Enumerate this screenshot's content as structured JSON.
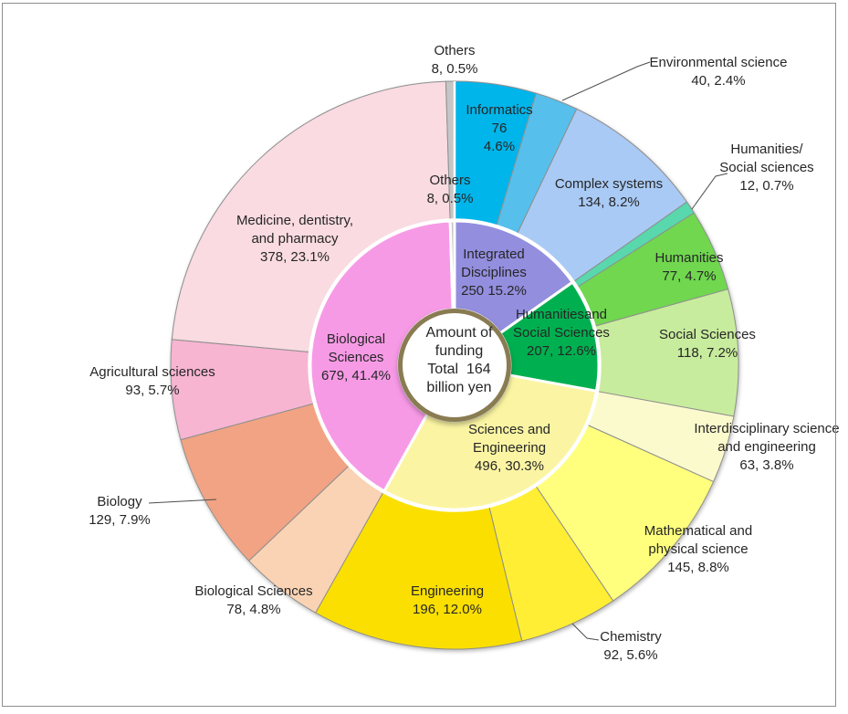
{
  "frame": {
    "border_color": "#8e8e8e"
  },
  "chart_data": {
    "type": "pie",
    "variant": "nested-donut",
    "title": "Amount of funding Total 164 billion yen",
    "legend": "none",
    "center_text_lines": [
      "Amount of",
      "funding",
      "Total  164",
      "billion yen"
    ],
    "center_ring_color": "#8A7C52",
    "leader_line_color": "#4d4d4d",
    "rings": [
      {
        "id": "inner",
        "segments": [
          {
            "id": "integrated-disciplines",
            "label": "Integrated Disciplines",
            "value": 250,
            "pct": "15.2%",
            "color": "#938EDE",
            "label_lines": [
              "Integrated",
              "Disciplines",
              "250 15.2%"
            ]
          },
          {
            "id": "humanities-social-sciences",
            "label": "Humanities and Social Sciences",
            "value": 207,
            "pct": "12.6%",
            "color": "#00B050",
            "label_lines": [
              "Humanitiesand",
              "Social Sciences",
              "207, 12.6%"
            ]
          },
          {
            "id": "sciences-engineering",
            "label": "Sciences and Engineering",
            "value": 496,
            "pct": "30.3%",
            "color": "#FBF5A3",
            "label_lines": [
              "Sciences and",
              "Engineering",
              "496, 30.3%"
            ]
          },
          {
            "id": "biological-sciences",
            "label": "Biological Sciences",
            "value": 679,
            "pct": "41.4%",
            "color": "#F79AE6",
            "label_lines": [
              "Biological",
              "Sciences",
              "679, 41.4%"
            ]
          },
          {
            "id": "others",
            "label": "Others",
            "value": 8,
            "pct": "0.5%",
            "color": "#C6C6C6",
            "label_lines": [
              "Others",
              "8, 0.5%"
            ]
          }
        ]
      },
      {
        "id": "outer",
        "segments": [
          {
            "id": "informatics",
            "label": "Informatics",
            "value": 76,
            "pct": "4.6%",
            "color": "#00B5EA",
            "label_lines": [
              "Informatics",
              "76",
              "4.6%"
            ]
          },
          {
            "id": "environmental-science",
            "label": "Environmental science",
            "value": 40,
            "pct": "2.4%",
            "color": "#56BFEB",
            "label_lines": [
              "Environmental science",
              "40, 2.4%"
            ]
          },
          {
            "id": "complex-systems",
            "label": "Complex systems",
            "value": 134,
            "pct": "8.2%",
            "color": "#A9CAF5",
            "label_lines": [
              "Complex systems",
              "134, 8.2%"
            ]
          },
          {
            "id": "humanities-social-sciences-sub",
            "label": "Humanities/Social sciences",
            "value": 12,
            "pct": "0.7%",
            "color": "#58D8AC",
            "label_lines": [
              "Humanities/",
              "Social sciences",
              "12, 0.7%"
            ]
          },
          {
            "id": "humanities",
            "label": "Humanities",
            "value": 77,
            "pct": "4.7%",
            "color": "#70D74F",
            "label_lines": [
              "Humanities",
              "77, 4.7%"
            ]
          },
          {
            "id": "social-sciences",
            "label": "Social Sciences",
            "value": 118,
            "pct": "7.2%",
            "color": "#C8EC9D",
            "label_lines": [
              "Social Sciences",
              "118, 7.2%"
            ]
          },
          {
            "id": "interdisciplinary-science-engineering",
            "label": "Interdisciplinary science and engineering",
            "value": 63,
            "pct": "3.8%",
            "color": "#FBFACD",
            "label_lines": [
              "Interdisciplinary science",
              "and engineering",
              "63, 3.8%"
            ]
          },
          {
            "id": "mathematical-physical-science",
            "label": "Mathematical and physical science",
            "value": 145,
            "pct": "8.8%",
            "color": "#FFFF7D",
            "label_lines": [
              "Mathematical and",
              "physical science",
              "145, 8.8%"
            ]
          },
          {
            "id": "chemistry",
            "label": "Chemistry",
            "value": 92,
            "pct": "5.6%",
            "color": "#FFEE33",
            "label_lines": [
              "Chemistry",
              "92, 5.6%"
            ]
          },
          {
            "id": "engineering",
            "label": "Engineering",
            "value": 196,
            "pct": "12.0%",
            "color": "#FADF00",
            "label_lines": [
              "Engineering",
              "196, 12.0%"
            ]
          },
          {
            "id": "biological-sciences-sub",
            "label": "Biological Sciences",
            "value": 78,
            "pct": "4.8%",
            "color": "#FAD3B4",
            "label_lines": [
              "Biological Sciences",
              "78, 4.8%"
            ]
          },
          {
            "id": "biology",
            "label": "Biology",
            "value": 129,
            "pct": "7.9%",
            "color": "#F1A383",
            "label_lines": [
              "Biology",
              "129, 7.9%"
            ]
          },
          {
            "id": "agricultural-sciences",
            "label": "Agricultural sciences",
            "value": 93,
            "pct": "5.7%",
            "color": "#F7B5D2",
            "label_lines": [
              "Agricultural sciences",
              "93, 5.7%"
            ]
          },
          {
            "id": "medicine-dentistry-pharmacy",
            "label": "Medicine, dentistry, and pharmacy",
            "value": 378,
            "pct": "23.1%",
            "color": "#F9DBE1",
            "label_lines": [
              "Medicine, dentistry,",
              "and pharmacy",
              "378, 23.1%"
            ]
          },
          {
            "id": "others-outer",
            "label": "Others",
            "value": 8,
            "pct": "0.5%",
            "color": "#C6C6C6",
            "label_lines": [
              "Others",
              "8, 0.5%"
            ]
          }
        ]
      }
    ]
  }
}
